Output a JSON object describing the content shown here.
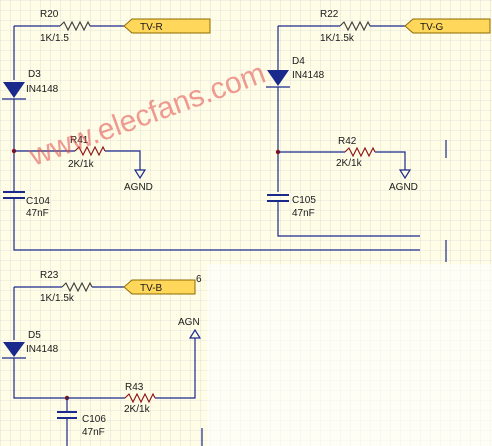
{
  "watermark": "www.elecfans.com",
  "sections": [
    {
      "resistor": {
        "ref": "R20",
        "value": "1K/1.5"
      },
      "port": "TV-R",
      "diode": {
        "ref": "D3",
        "part": "IN4148"
      },
      "load_resistor": {
        "ref": "R41",
        "value": "2K/1k"
      },
      "capacitor": {
        "ref": "C104",
        "value": "47nF"
      },
      "ground": "AGND"
    },
    {
      "resistor": {
        "ref": "R22",
        "value": "1K/1.5k"
      },
      "port": "TV-G",
      "diode": {
        "ref": "D4",
        "part": "IN4148"
      },
      "load_resistor": {
        "ref": "R42",
        "value": "2K/1k"
      },
      "capacitor": {
        "ref": "C105",
        "value": "47nF"
      },
      "ground": "AGND"
    },
    {
      "resistor": {
        "ref": "R23",
        "value": "1K/1.5k"
      },
      "port": "TV-B",
      "diode": {
        "ref": "D5",
        "part": "IN4148"
      },
      "load_resistor": {
        "ref": "R43",
        "value": "2K/1k"
      },
      "capacitor": {
        "ref": "C106",
        "value": "47nF"
      },
      "ground": "AGN",
      "pin_mark": "6"
    }
  ],
  "colors": {
    "wire": "#1a2a8c",
    "port_fill": "#ffd75a",
    "grid": "#c9cad4",
    "watermark": "#e24b4b"
  }
}
